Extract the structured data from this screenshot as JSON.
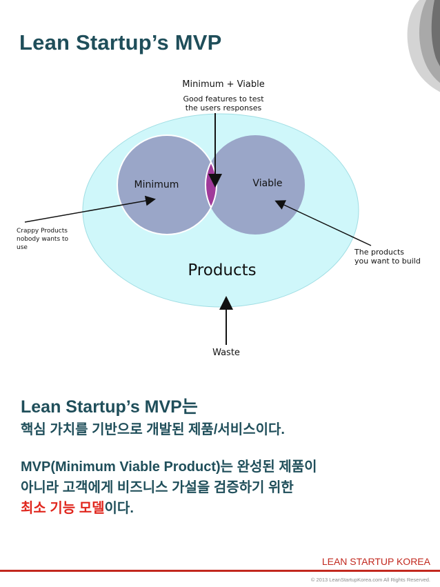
{
  "title": "Lean Startup’s MVP",
  "diagram": {
    "top_label": "Minimum + Viable",
    "good_features_line1": "Good features to test",
    "good_features_line2": "the users responses",
    "minimum": "Minimum",
    "viable": "Viable",
    "products": "Products",
    "crappy_line1": "Crappy Products",
    "crappy_line2": "nobody wants to",
    "crappy_line3": "use",
    "want_line1": "The products",
    "want_line2": "you want to build",
    "waste": "Waste",
    "colors": {
      "outer": "#cff7fa",
      "circle": "#9aa6c8",
      "intersection": "#a03a9a"
    }
  },
  "body": {
    "line1": "Lean Startup’s MVP는",
    "line2": "핵심 가치를 기반으로 개발된 제품/서비스이다.",
    "line3": "MVP(Minimum Viable Product)는 완성된 제품이",
    "line4": "아니라 고객에게 비즈니스 가설을 검증하기 위한",
    "line5_highlight": "최소 기능 모델",
    "line5_rest": "이다."
  },
  "footer": {
    "brand": "LEAN STARTUP KOREA",
    "copyright": "© 2013 LeanStartupKorea.com All Rights Reserved."
  }
}
